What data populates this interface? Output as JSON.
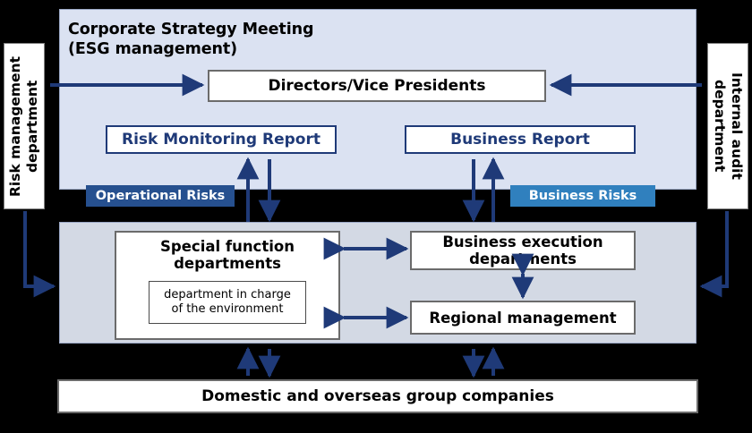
{
  "diagram": {
    "title_line1": "Corporate Strategy Meeting",
    "title_line2": "(ESG management)",
    "colors": {
      "panel_top": "#dbe2f2",
      "panel_bottom": "#d3d9e4",
      "arrow": "#1f3a78",
      "report_text": "#1f3a78",
      "badge_operational": "#26508f",
      "badge_business": "#3080be",
      "background": "#000000"
    }
  },
  "side_departments": {
    "left": {
      "label": "Risk management\ndepartment",
      "name": "risk-management-department"
    },
    "right": {
      "label": "Internal audit\ndepartment",
      "name": "internal-audit-department"
    }
  },
  "top_panel": {
    "directors": "Directors/Vice Presidents",
    "risk_monitoring_report": "Risk Monitoring Report",
    "business_report": "Business Report"
  },
  "badges": {
    "operational_risks": "Operational Risks",
    "business_risks": "Business Risks"
  },
  "bottom_panel": {
    "special_function_departments": "Special function\ndepartments",
    "environment_department": "department in charge\nof the environment",
    "business_execution_departments": "Business execution\ndepartments",
    "regional_management": "Regional management"
  },
  "footer": {
    "group_companies": "Domestic and overseas group companies"
  }
}
